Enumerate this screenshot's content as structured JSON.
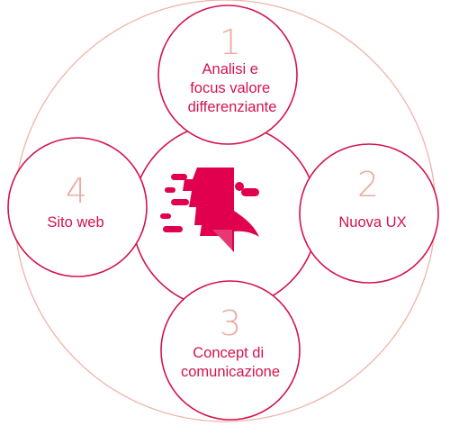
{
  "colors": {
    "accent": "#d3134f",
    "number": "#eeaaa2",
    "outer_ring": "#efb3a8",
    "logo": "#e0004d"
  },
  "logo": {
    "icon": "brand-logo-icon"
  },
  "steps": [
    {
      "number": "1",
      "lines": [
        "Analisi e",
        "focus valore",
        "differenziante"
      ]
    },
    {
      "number": "2",
      "lines": [
        "Nuova UX"
      ]
    },
    {
      "number": "3",
      "lines": [
        "Concept di",
        "comunicazione"
      ]
    },
    {
      "number": "4",
      "lines": [
        "Sito web"
      ]
    }
  ]
}
